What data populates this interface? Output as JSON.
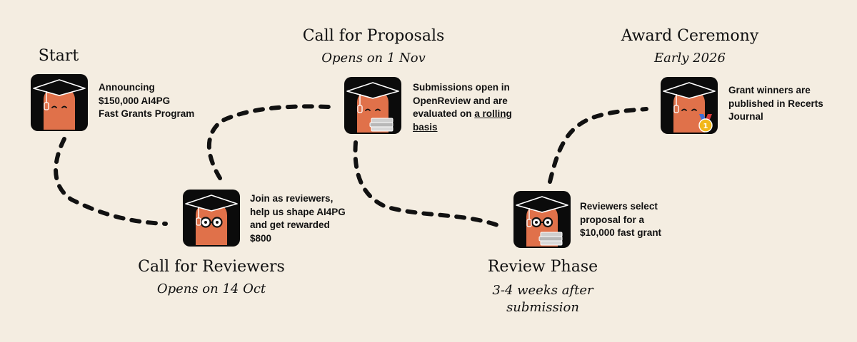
{
  "stages": {
    "start": {
      "title": "Start",
      "desc": [
        "Announcing",
        "$150,000 AI4PG",
        "Fast Grants Program"
      ]
    },
    "reviewers_call": {
      "title": "Call for Reviewers",
      "subtitle": "Opens on 14 Oct",
      "desc": [
        "Join as reviewers,",
        "help us shape AI4PG",
        "and get rewarded",
        "$800"
      ]
    },
    "proposals_call": {
      "title": "Call for Proposals",
      "subtitle": "Opens on 1 Nov",
      "desc": [
        "Submissions open in",
        "OpenReview and are"
      ],
      "desc_prefix": "evaluated on ",
      "desc_link1": "a rolling",
      "desc_link2": "basis"
    },
    "review_phase": {
      "title": "Review Phase",
      "subtitle_lines": [
        "3-4 weeks after",
        "submission"
      ],
      "desc": [
        "Reviewers select",
        "proposal for a",
        "$10,000 fast grant"
      ]
    },
    "award": {
      "title": "Award Ceremony",
      "subtitle": "Early 2026",
      "desc": [
        "Grant winners are",
        "published in Recerts",
        "Journal"
      ]
    }
  },
  "colors": {
    "background": "#f4ede1",
    "tile": "#0b0b0b",
    "character": "#e0714a",
    "path": "#111111",
    "medal": "#f2b71a"
  },
  "icons": [
    "graduation-cap-icon",
    "glasses-icon",
    "books-icon",
    "medal-icon"
  ]
}
